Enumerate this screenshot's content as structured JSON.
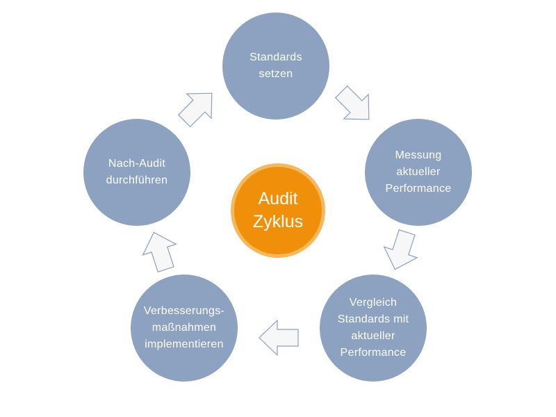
{
  "colors": {
    "node_fill": "#8da2c0",
    "center_fill": "#f0900a",
    "center_ring": "#f5b85a",
    "arrow_fill": "#f7f7f7",
    "arrow_stroke": "#8aa0bf",
    "label_text": "#ffffff"
  },
  "center": {
    "line1": "Audit",
    "line2": "Zyklus"
  },
  "nodes": [
    {
      "id": "standards-setzen",
      "lines": [
        "Standards",
        "setzen"
      ]
    },
    {
      "id": "messung",
      "lines": [
        "Messung",
        "aktueller",
        "Performance"
      ]
    },
    {
      "id": "vergleich",
      "lines": [
        "Vergleich",
        "Standards mit",
        "aktueller",
        "Performance"
      ]
    },
    {
      "id": "verbesserung",
      "lines": [
        "Verbesserungs-",
        "maßnahmen",
        "implementieren"
      ]
    },
    {
      "id": "nach-audit",
      "lines": [
        "Nach-Audit",
        "durchführen"
      ]
    }
  ],
  "arrows": [
    {
      "name": "arrow-standards-to-messung-icon"
    },
    {
      "name": "arrow-messung-to-vergleich-icon"
    },
    {
      "name": "arrow-vergleich-to-verbesserung-icon"
    },
    {
      "name": "arrow-verbesserung-to-nach-audit-icon"
    },
    {
      "name": "arrow-nach-audit-to-standards-icon"
    }
  ]
}
